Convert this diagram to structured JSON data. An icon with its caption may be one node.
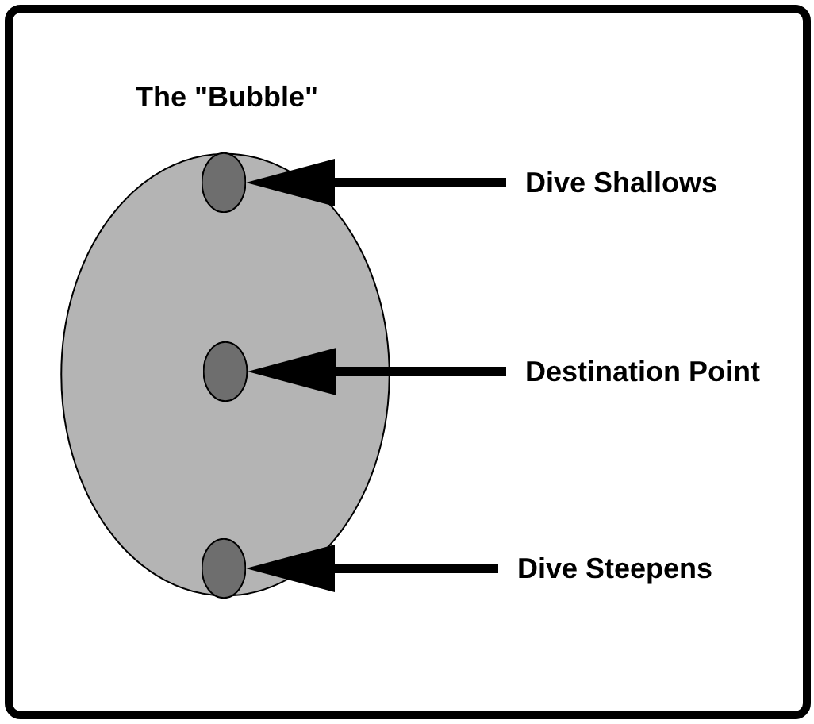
{
  "diagram": {
    "nodes": [
      {
        "text": [
          "The \"Bubble\""
        ]
      },
      {
        "text": [],
        "shape": "circle",
        "in": 0
      },
      {
        "text": [],
        "shape": "circle",
        "in": 0
      },
      {
        "text": [],
        "shape": "circle",
        "in": 0
      },
      {
        "text": [
          "Dive Shallows"
        ]
      },
      {
        "text": [
          "Destination Point"
        ]
      },
      {
        "text": [
          "Dive Steepens"
        ]
      }
    ],
    "edges": [
      {
        "from": 4,
        "to": 1,
        "arrow": "to"
      },
      {
        "from": 5,
        "to": 2,
        "arrow": "to"
      },
      {
        "from": 6,
        "to": 3,
        "arrow": "to"
      }
    ]
  }
}
